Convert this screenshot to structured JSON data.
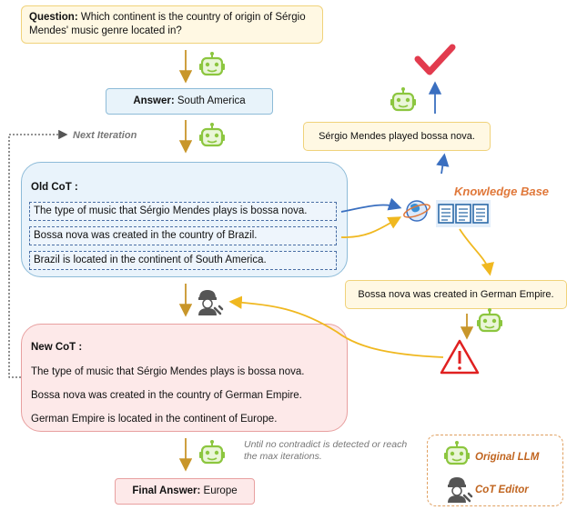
{
  "question": {
    "label": "Question:",
    "text": " Which continent is the country of origin of Sérgio Mendes' music genre located in?"
  },
  "answer": {
    "label": "Answer:",
    "text": " South America"
  },
  "next_iteration": "Next Iteration",
  "fact_retrieved": "Sérgio Mendes played bossa nova.",
  "fact_conflict": "Bossa nova was created in German Empire.",
  "knowledge_base": "Knowledge Base",
  "old_cot": {
    "title": "Old CoT :",
    "lines": [
      "The type of music that Sérgio Mendes plays is bossa nova.",
      "Bossa nova was created in the country of Brazil.",
      "Brazil is located in the continent of South America."
    ]
  },
  "new_cot": {
    "title": "New CoT :",
    "lines": [
      "The type of music that Sérgio Mendes plays is bossa nova.",
      "Bossa nova was created in the country of German Empire.",
      "German Empire is located in the continent of Europe."
    ]
  },
  "loop_note": "Until no contradict is detected or reach the max iterations.",
  "final_answer": {
    "label": "Final Answer:",
    "text": " Europe"
  },
  "legend": {
    "llm": "Original LLM",
    "editor": "CoT Editor"
  },
  "icons": [
    "robot-icon",
    "cot-editor-icon",
    "check-icon",
    "warning-icon",
    "globe-icon",
    "document-icon"
  ],
  "colors": {
    "arrow_brown": "#c8962a",
    "arrow_blue": "#3a6fc0",
    "arrow_yellow": "#f0b820",
    "robot_green": "#8cc63f",
    "check_red": "#e23b4e",
    "warning_red": "#e02020",
    "kb_orange": "#e0783a"
  }
}
